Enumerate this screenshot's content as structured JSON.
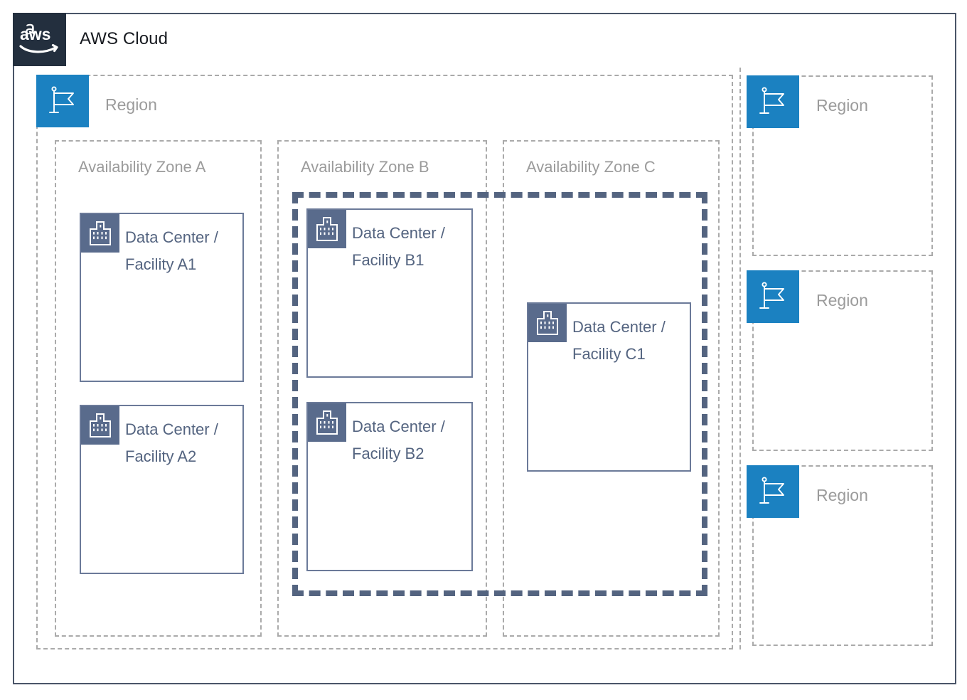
{
  "cloud": {
    "title": "AWS Cloud",
    "logo_icon": "aws-logo-icon",
    "border_color": "#4a5568",
    "logo_bg": "#232F3E"
  },
  "region_primary": {
    "label": "Region",
    "icon": "flag-icon",
    "icon_color": "#1B81C1",
    "label_color": "#9B9B9B"
  },
  "availability_zones": [
    {
      "label": "Availability Zone A",
      "data_centers": [
        {
          "label": "Data Center / Facility A1",
          "icon": "building-icon"
        },
        {
          "label": "Data Center / Facility A2",
          "icon": "building-icon"
        }
      ]
    },
    {
      "label": "Availability Zone B",
      "data_centers": [
        {
          "label": "Data Center / Facility B1",
          "icon": "building-icon"
        },
        {
          "label": "Data Center / Facility B2",
          "icon": "building-icon"
        }
      ]
    },
    {
      "label": "Availability Zone C",
      "data_centers": [
        {
          "label": "Data Center / Facility C1",
          "icon": "building-icon"
        }
      ]
    }
  ],
  "highlight_overlay": {
    "color": "#546480",
    "style": "thick-dashed",
    "spans": [
      "Availability Zone B",
      "Availability Zone C"
    ]
  },
  "other_regions": [
    {
      "label": "Region",
      "icon": "flag-icon"
    },
    {
      "label": "Region",
      "icon": "flag-icon"
    },
    {
      "label": "Region",
      "icon": "flag-icon"
    }
  ],
  "colors": {
    "aws_navy": "#232F3E",
    "aws_blue": "#1B81C1",
    "slate": "#546480",
    "slate_icon": "#596B8C",
    "dashed_gray": "#AAAAAA",
    "text_gray": "#9B9B9B"
  }
}
